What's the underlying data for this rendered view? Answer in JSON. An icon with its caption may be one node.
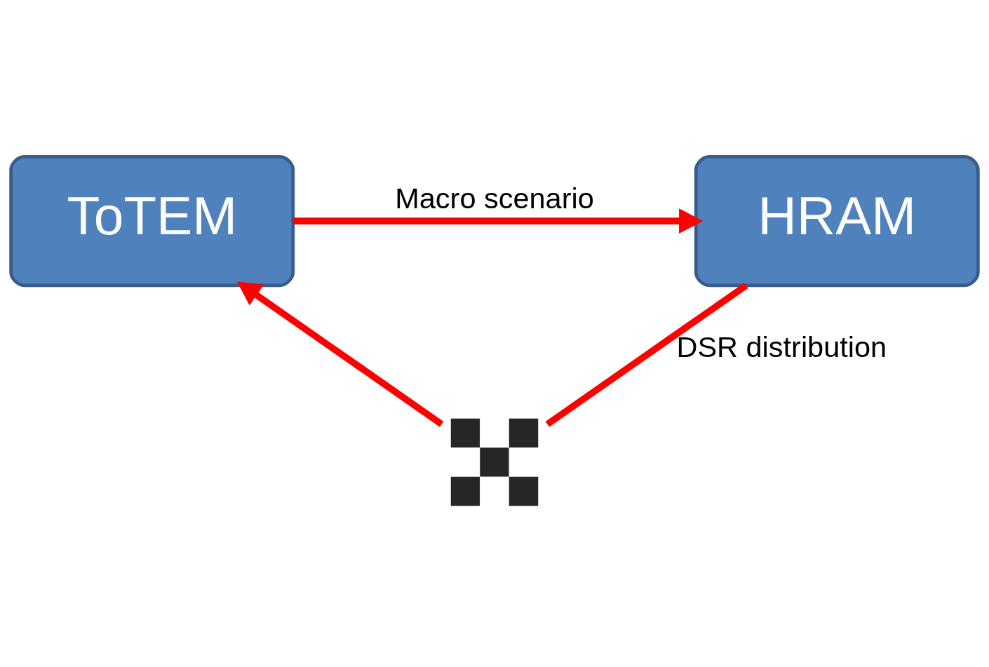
{
  "diagram": {
    "nodes": [
      {
        "text": [
          "ToTEM"
        ]
      },
      {
        "text": [
          "HRAM"
        ]
      },
      {
        "text": [],
        "shape": "cross"
      }
    ],
    "edges": [
      {
        "from": 0,
        "to": 1,
        "arrow": "to",
        "label": "Macro scenario"
      },
      {
        "from": 1,
        "to": 2,
        "arrow": "none",
        "label": "DSR distribution"
      },
      {
        "from": 2,
        "to": 0,
        "arrow": "to"
      }
    ]
  }
}
